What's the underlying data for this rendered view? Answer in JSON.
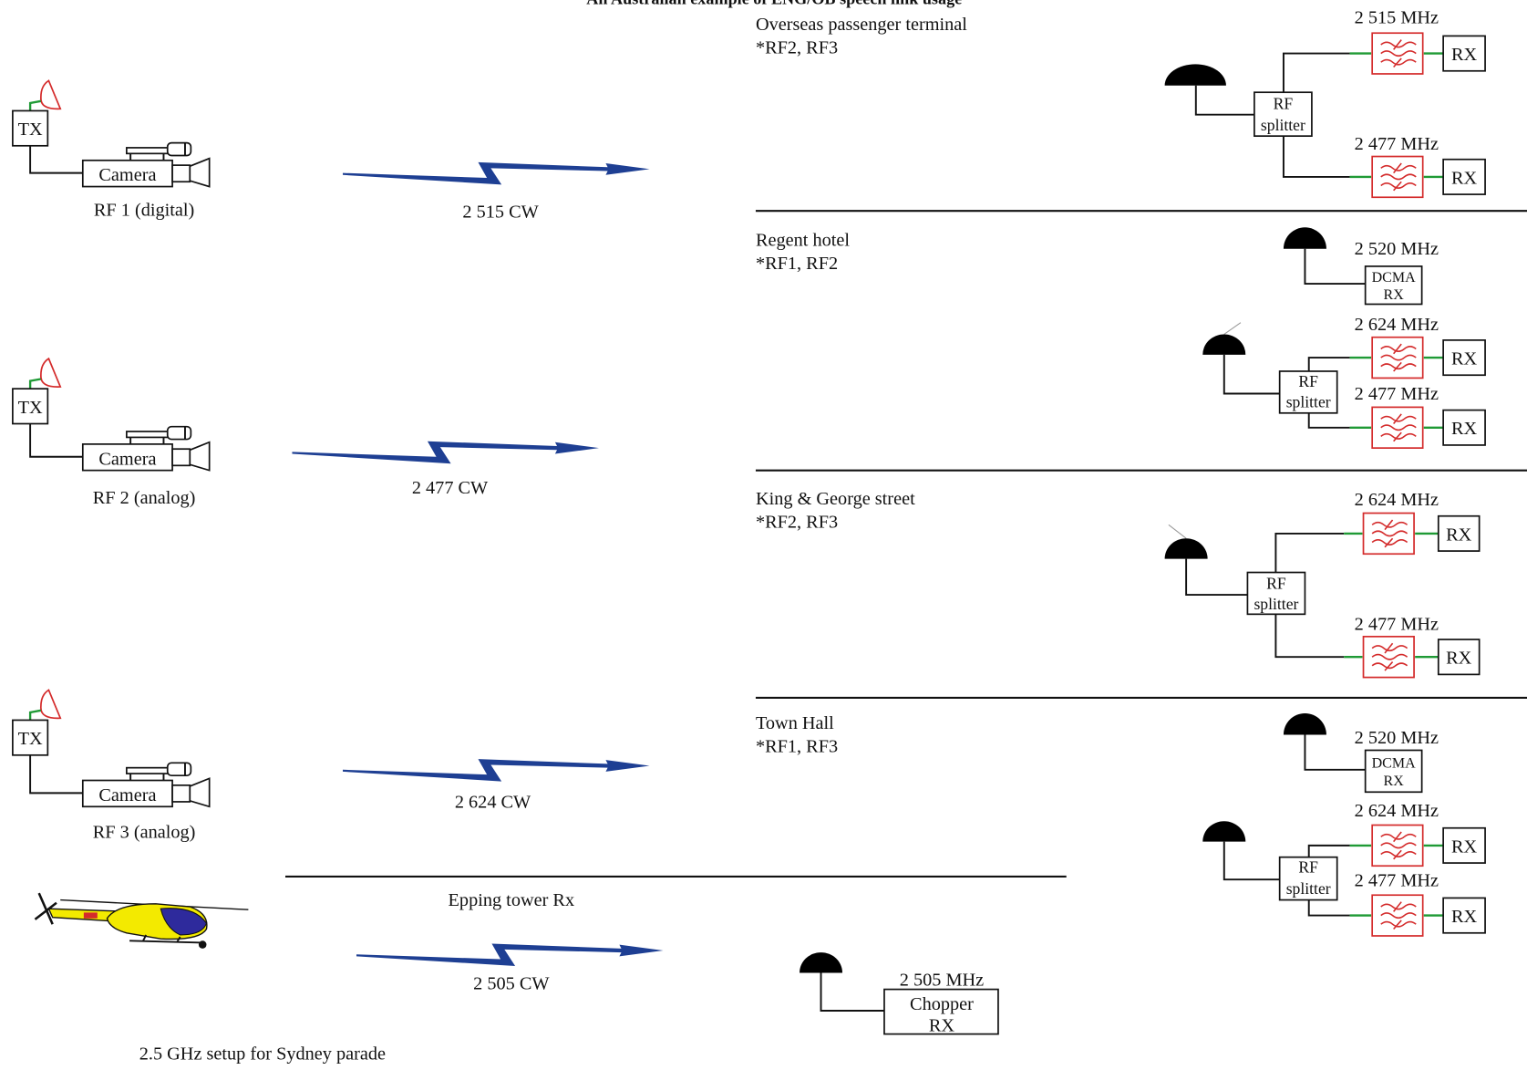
{
  "title": "An Australian example of ENG/OB speech link usage",
  "transmitters": [
    {
      "tx": "TX",
      "camera": "Camera",
      "label": "RF 1 (digital)"
    },
    {
      "tx": "TX",
      "camera": "Camera",
      "label": "RF 2 (analog)"
    },
    {
      "tx": "TX",
      "camera": "Camera",
      "label": "RF 3 (analog)"
    }
  ],
  "links": [
    "2 515 CW",
    "2 477 CW",
    "2 624 CW",
    "2 505 CW"
  ],
  "epping_tower": "Epping tower Rx",
  "chopper_rx": {
    "freq": "2 505 MHz",
    "line1": "Chopper",
    "line2": "RX"
  },
  "caption": "2.5 GHz setup for Sydney parade",
  "sites": [
    {
      "name": "Overseas passenger terminal",
      "sources": "*RF2, RF3",
      "splitter": [
        "RF",
        "splitter"
      ],
      "receivers": [
        {
          "freq": "2 515 MHz",
          "rx": "RX"
        },
        {
          "freq": "2 477 MHz",
          "rx": "RX"
        }
      ]
    },
    {
      "name": "Regent hotel",
      "sources": "*RF1, RF2",
      "dcma": {
        "freq": "2 520 MHz",
        "line1": "DCMA",
        "line2": "RX"
      },
      "splitter": [
        "RF",
        "splitter"
      ],
      "receivers": [
        {
          "freq": "2 624 MHz",
          "rx": "RX"
        },
        {
          "freq": "2 477 MHz",
          "rx": "RX"
        }
      ]
    },
    {
      "name": "King & George street",
      "sources": "*RF2, RF3",
      "splitter": [
        "RF",
        "splitter"
      ],
      "receivers": [
        {
          "freq": "2 624 MHz",
          "rx": "RX"
        },
        {
          "freq": "2 477 MHz",
          "rx": "RX"
        }
      ]
    },
    {
      "name": "Town Hall",
      "sources": "*RF1, RF3",
      "dcma": {
        "freq": "2 520 MHz",
        "line1": "DCMA",
        "line2": "RX"
      },
      "splitter": [
        "RF",
        "splitter"
      ],
      "receivers": [
        {
          "freq": "2 624 MHz",
          "rx": "RX"
        },
        {
          "freq": "2 477 MHz",
          "rx": "RX"
        }
      ]
    }
  ],
  "colors": {
    "link_arrow": "#1e3f93",
    "filter": "#d42b2b",
    "feed_line": "#1f9a35",
    "helicopter_body": "#f3ea00",
    "helicopter_cockpit": "#2e2a9c",
    "antenna": "#000000"
  }
}
